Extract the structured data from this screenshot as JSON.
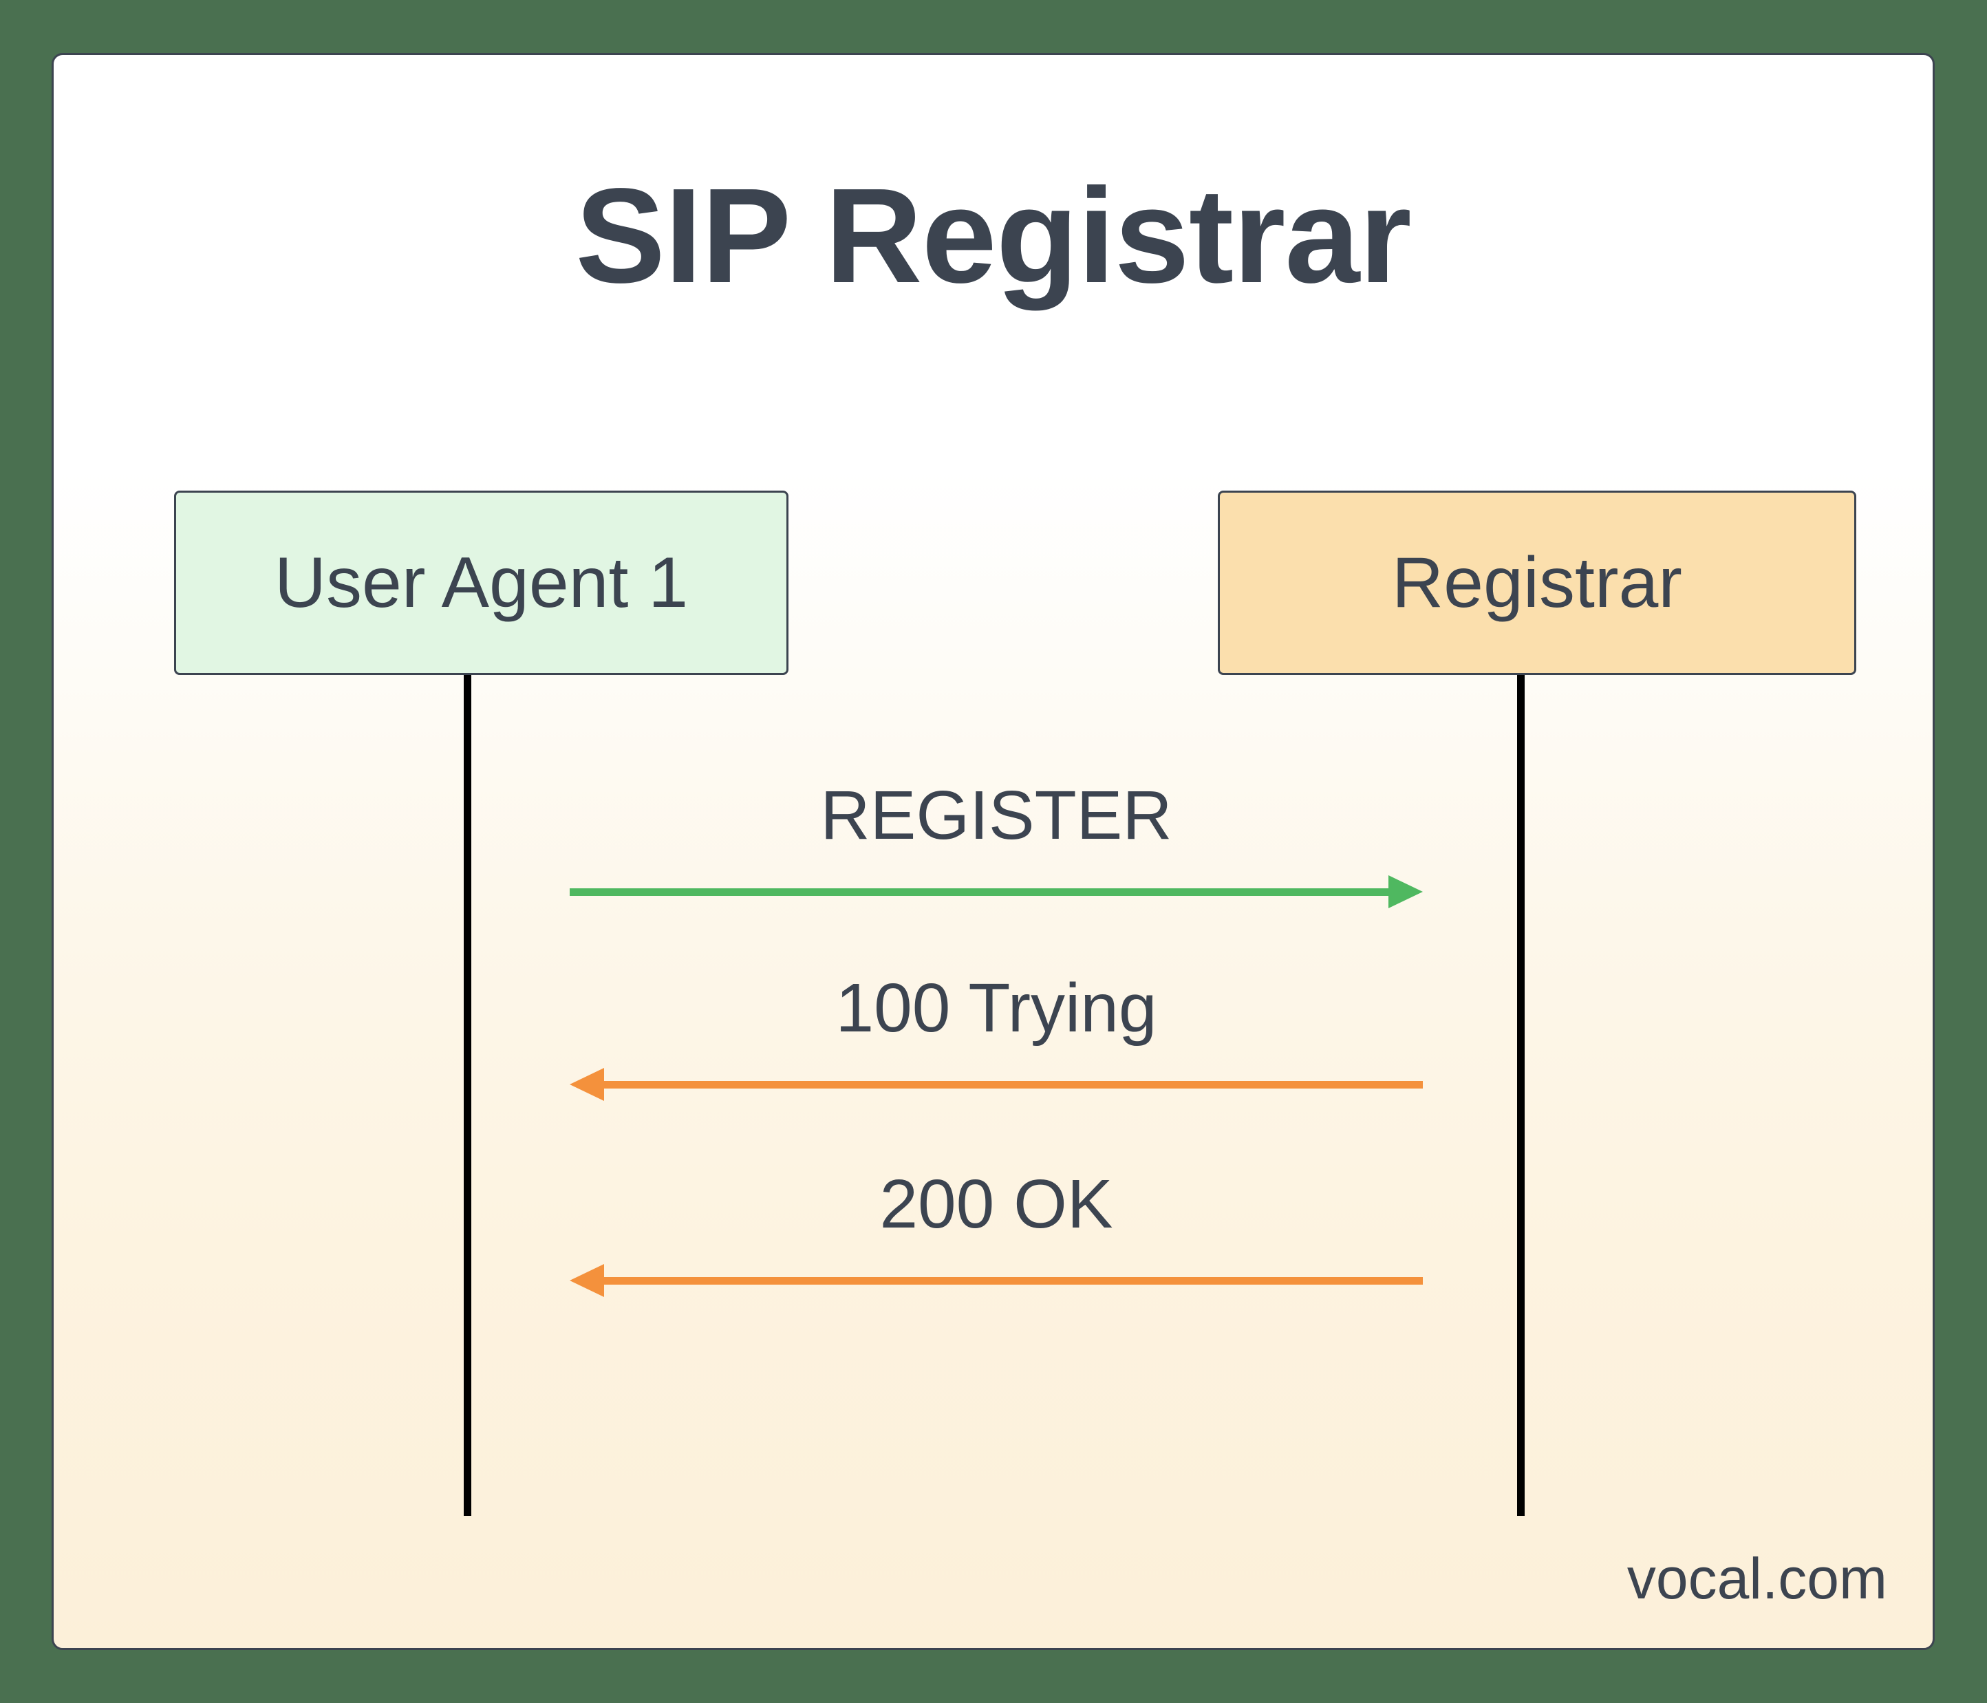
{
  "canvas": {
    "background_color": "#4a7050",
    "card_border_color": "#3c4450",
    "card_gradient_from": "#ffffff",
    "card_gradient_to": "#fcf0d9"
  },
  "diagram": {
    "title": "SIP Registrar",
    "type": "sequence-diagram",
    "title_color": "#3c4450",
    "participants": [
      {
        "id": "user-agent-1",
        "label": "User Agent 1",
        "fill_color": "#e1f6e3",
        "border_color": "#3c4450",
        "lifeline_color": "#000000"
      },
      {
        "id": "registrar",
        "label": "Registrar",
        "fill_color": "#fbdfad",
        "border_color": "#3c4450",
        "lifeline_color": "#000000"
      }
    ],
    "messages": [
      {
        "id": "register",
        "label": "REGISTER",
        "from": "user-agent-1",
        "to": "registrar",
        "direction": "right",
        "color": "#4fb860"
      },
      {
        "id": "100-trying",
        "label": "100 Trying",
        "from": "registrar",
        "to": "user-agent-1",
        "direction": "left",
        "color": "#f4913c"
      },
      {
        "id": "200-ok",
        "label": "200 OK",
        "from": "registrar",
        "to": "user-agent-1",
        "direction": "left",
        "color": "#f4913c"
      }
    ]
  },
  "watermark": {
    "text": "vocal.com",
    "color": "#3c4450"
  }
}
